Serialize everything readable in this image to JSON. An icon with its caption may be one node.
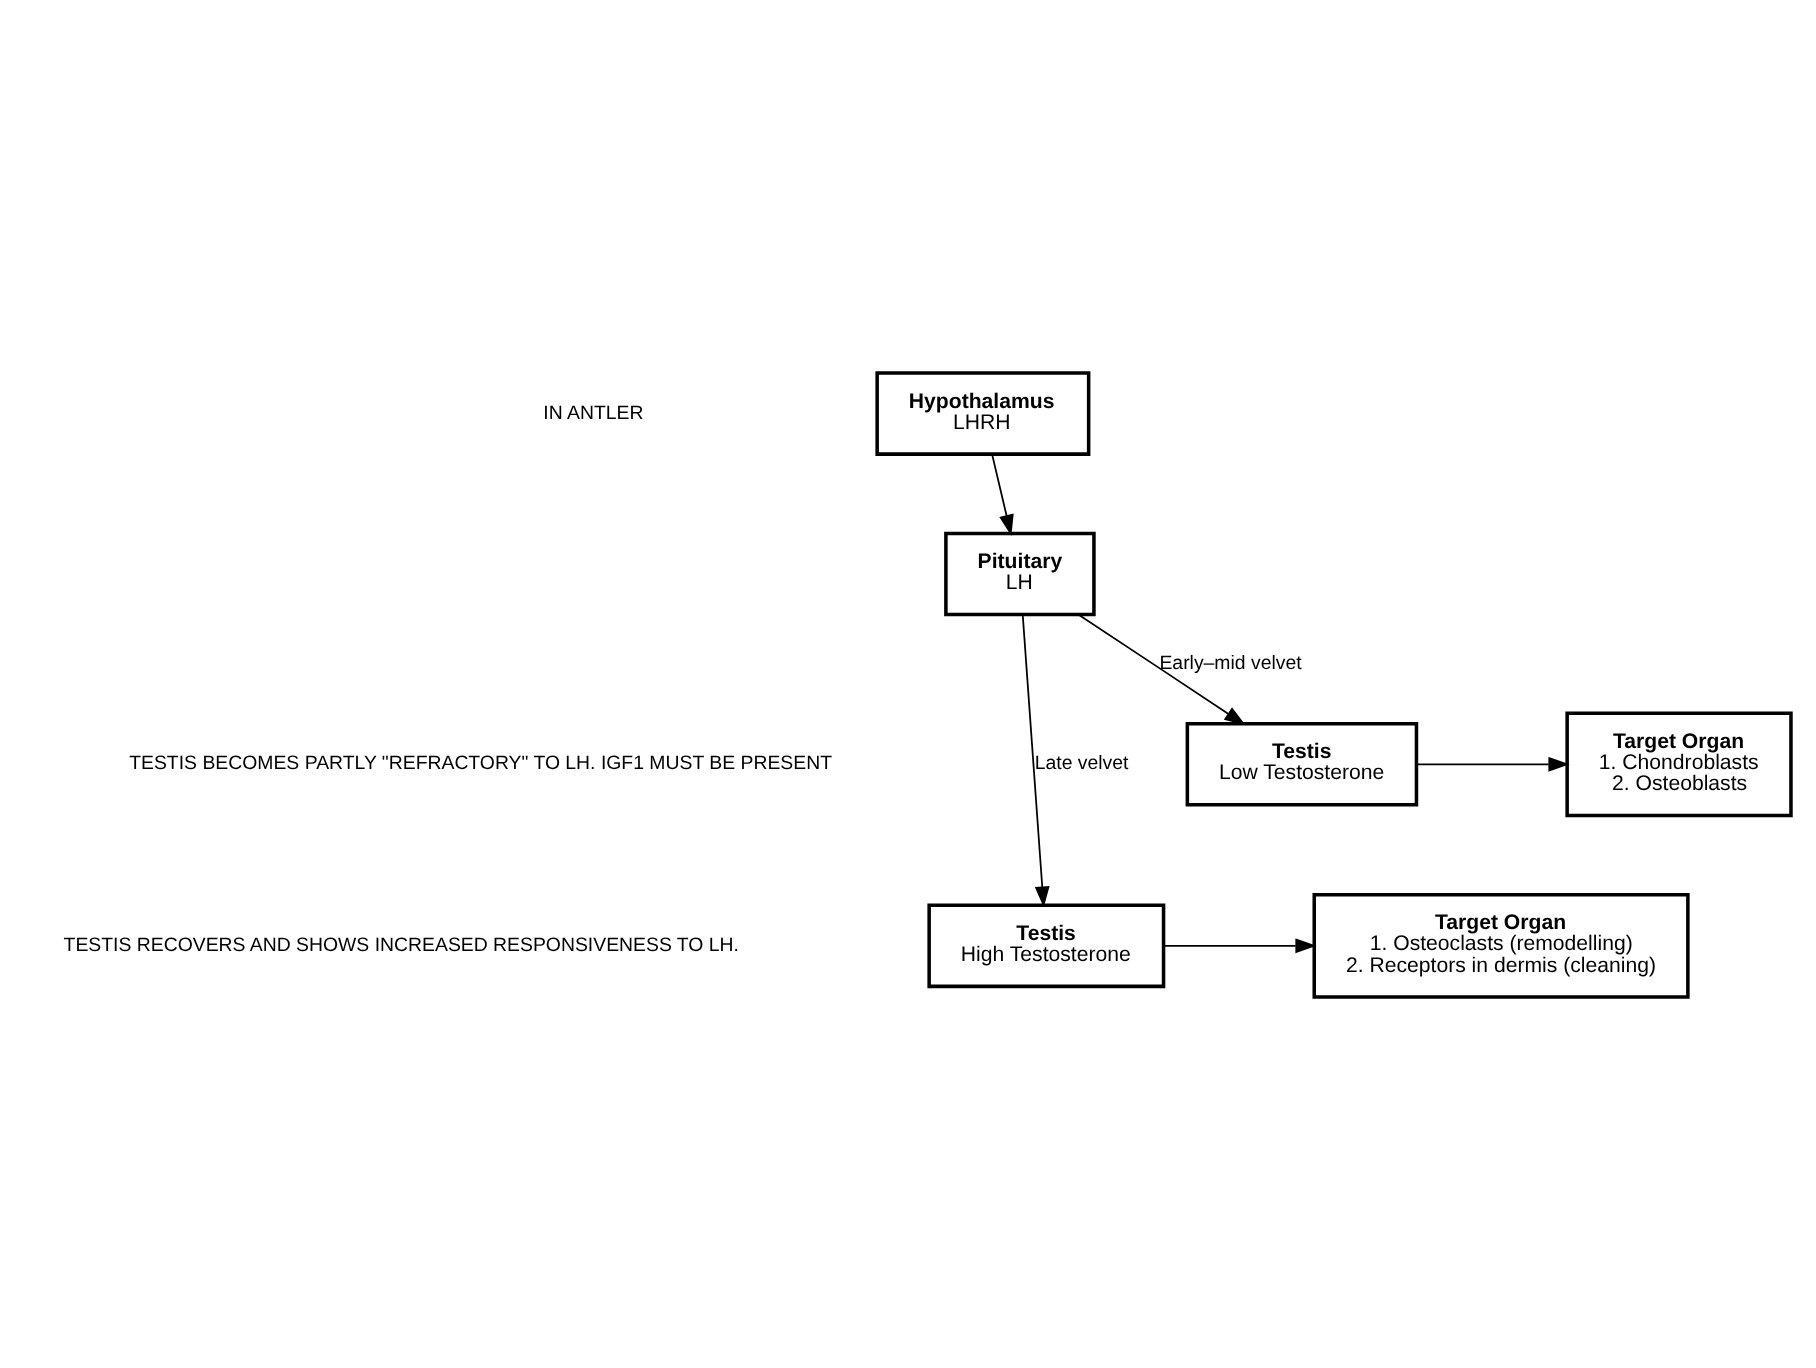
{
  "diagram": {
    "nodes": [
      {
        "text": [
          "Hypothalamus",
          "LHRH"
        ]
      },
      {
        "text": [
          "Pituitary",
          "LH"
        ]
      },
      {
        "text": [
          "Testis",
          "Low Testosterone"
        ]
      },
      {
        "text": [
          "Target Organ",
          "1. Chondroblasts",
          "2. Osteoblasts"
        ]
      },
      {
        "text": [
          "Testis",
          "High Testosterone"
        ]
      },
      {
        "text": [
          "Target Organ",
          "1. Osteoclasts (remodelling)",
          "2. Receptors in dermis (cleaning)"
        ]
      }
    ],
    "edges": [
      {
        "from": 0,
        "to": 1,
        "arrow": "to"
      },
      {
        "from": 1,
        "to": 2,
        "arrow": "to",
        "label": "Early–mid velvet"
      },
      {
        "from": 1,
        "to": 4,
        "arrow": "to",
        "label": "Late velvet"
      },
      {
        "from": 2,
        "to": 3,
        "arrow": "to"
      },
      {
        "from": 4,
        "to": 5,
        "arrow": "to"
      }
    ],
    "labels": [
      "IN ANTLER",
      "TESTIS BECOMES PARTLY \"REFRACTORY\" TO LH. IGF1 MUST BE PRESENT",
      "TESTIS RECOVERS AND SHOWS INCREASED RESPONSIVENESS TO LH."
    ]
  }
}
